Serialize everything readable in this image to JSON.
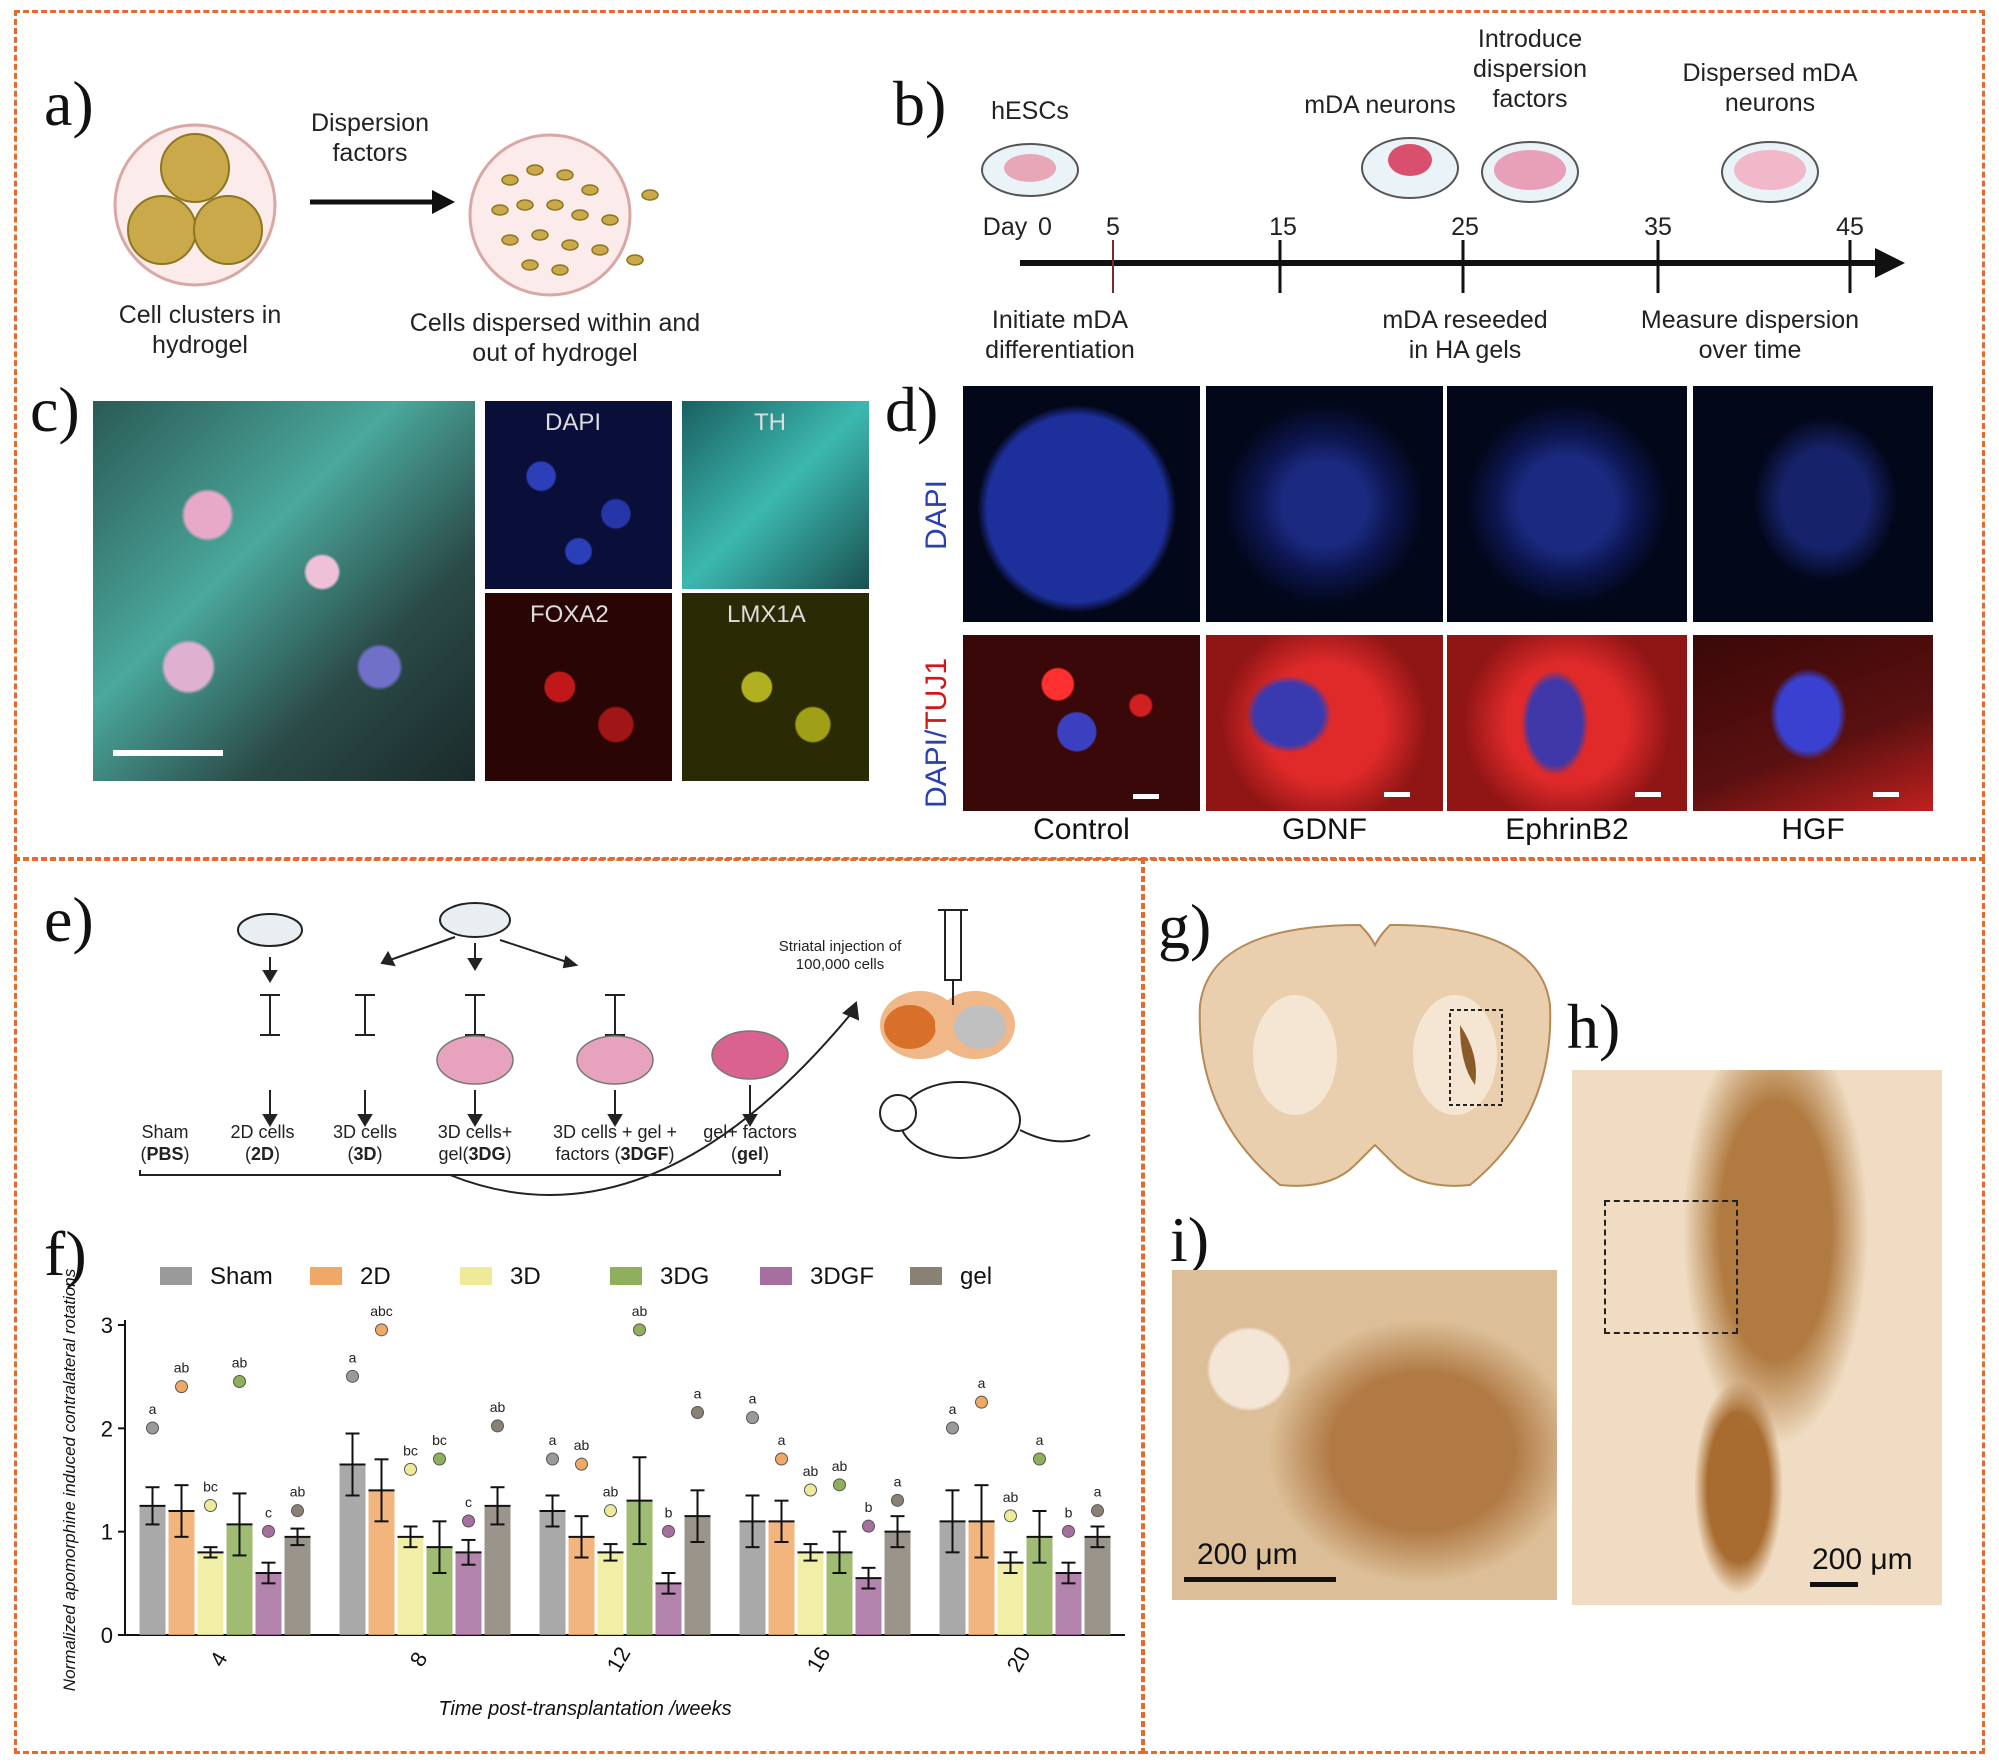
{
  "panel_labels": {
    "a": "a)",
    "b": "b)",
    "c": "c)",
    "d": "d)",
    "e": "e)",
    "f": "f)",
    "g": "g)",
    "h": "h)",
    "i": "i)"
  },
  "panel_a": {
    "arrow_label": "Dispersion factors",
    "left_caption": "Cell clusters in hydrogel",
    "right_caption": "Cells dispersed within and out of hydrogel"
  },
  "panel_b": {
    "dish_labels": [
      "hESCs",
      "mDA neurons",
      "Introduce dispersion factors",
      "Dispersed mDA neurons"
    ],
    "day_label": "Day",
    "ticks": [
      "0",
      "5",
      "15",
      "25",
      "35",
      "45"
    ],
    "below": [
      "Initiate mDA differentiation",
      "mDA reseeded in HA gels",
      "Measure dispersion over time"
    ]
  },
  "panel_c": {
    "channels": [
      "DAPI",
      "TH",
      "FOXA2",
      "LMX1A"
    ]
  },
  "panel_d": {
    "row_labels": [
      "DAPI",
      "DAPI/",
      "TUJ1"
    ],
    "conditions": [
      "Control",
      "GDNF",
      "EphrinB2",
      "HGF"
    ]
  },
  "panel_e": {
    "injection": "Striatal injection of 100,000 cells",
    "groups": [
      {
        "name": "Sham",
        "abbr": "PBS"
      },
      {
        "name": "2D cells",
        "abbr": "2D"
      },
      {
        "name": "3D cells",
        "abbr": "3D"
      },
      {
        "name": "3D cells+ gel",
        "abbr": "3DG"
      },
      {
        "name": "3D cells + gel + factors",
        "abbr": "3DGF"
      },
      {
        "name": "gel+ factors",
        "abbr": "gel"
      }
    ]
  },
  "panel_g_h_i": {
    "scale_i": "200 μm",
    "scale_h": "200 μm"
  },
  "chart_data": {
    "type": "bar",
    "xlabel": "Time post-transplantation /weeks",
    "ylabel": "Normalized apomorphine induced contralateral rotations",
    "ylim": [
      0,
      3
    ],
    "yticks": [
      0,
      1,
      2,
      3
    ],
    "categories": [
      "4",
      "8",
      "12",
      "16",
      "20"
    ],
    "legend_placement": "top",
    "series": [
      {
        "name": "Sham",
        "color": "#9a9a9a",
        "values": [
          1.25,
          1.65,
          1.2,
          1.1,
          1.1
        ],
        "err": [
          0.18,
          0.3,
          0.15,
          0.25,
          0.3
        ],
        "letters": [
          "a",
          "a",
          "a",
          "a",
          "a"
        ],
        "letter_y": [
          2.1,
          2.6,
          1.8,
          2.2,
          2.1
        ]
      },
      {
        "name": "2D",
        "color": "#f0a866",
        "values": [
          1.2,
          1.4,
          0.95,
          1.1,
          1.1
        ],
        "err": [
          0.25,
          0.3,
          0.2,
          0.2,
          0.35
        ],
        "letters": [
          "ab",
          "abc",
          "ab",
          "a",
          "a"
        ],
        "letter_y": [
          2.5,
          3.05,
          1.75,
          1.8,
          2.35
        ]
      },
      {
        "name": "3D",
        "color": "#eeeb98",
        "values": [
          0.8,
          0.95,
          0.8,
          0.8,
          0.7
        ],
        "err": [
          0.05,
          0.1,
          0.08,
          0.08,
          0.1
        ],
        "letters": [
          "bc",
          "bc",
          "ab",
          "ab",
          "ab"
        ],
        "letter_y": [
          1.35,
          1.7,
          1.3,
          1.5,
          1.25
        ]
      },
      {
        "name": "3DG",
        "color": "#8fb05a",
        "values": [
          1.07,
          0.85,
          1.3,
          0.8,
          0.95
        ],
        "err": [
          0.3,
          0.25,
          0.42,
          0.2,
          0.25
        ],
        "letters": [
          "ab",
          "bc",
          "ab",
          "ab",
          "a"
        ],
        "letter_y": [
          2.55,
          1.8,
          3.05,
          1.55,
          1.8
        ]
      },
      {
        "name": "3DGF",
        "color": "#a66f9f",
        "values": [
          0.6,
          0.8,
          0.5,
          0.55,
          0.6
        ],
        "err": [
          0.1,
          0.12,
          0.1,
          0.1,
          0.1
        ],
        "letters": [
          "c",
          "c",
          "b",
          "b",
          "b"
        ],
        "letter_y": [
          1.1,
          1.2,
          1.1,
          1.15,
          1.1
        ]
      },
      {
        "name": "gel",
        "color": "#8a8175",
        "values": [
          0.95,
          1.25,
          1.15,
          1.0,
          0.95
        ],
        "err": [
          0.08,
          0.18,
          0.25,
          0.15,
          0.1
        ],
        "letters": [
          "ab",
          "ab",
          "a",
          "a",
          "a"
        ],
        "letter_y": [
          1.3,
          2.12,
          2.25,
          1.4,
          1.3
        ]
      }
    ]
  }
}
